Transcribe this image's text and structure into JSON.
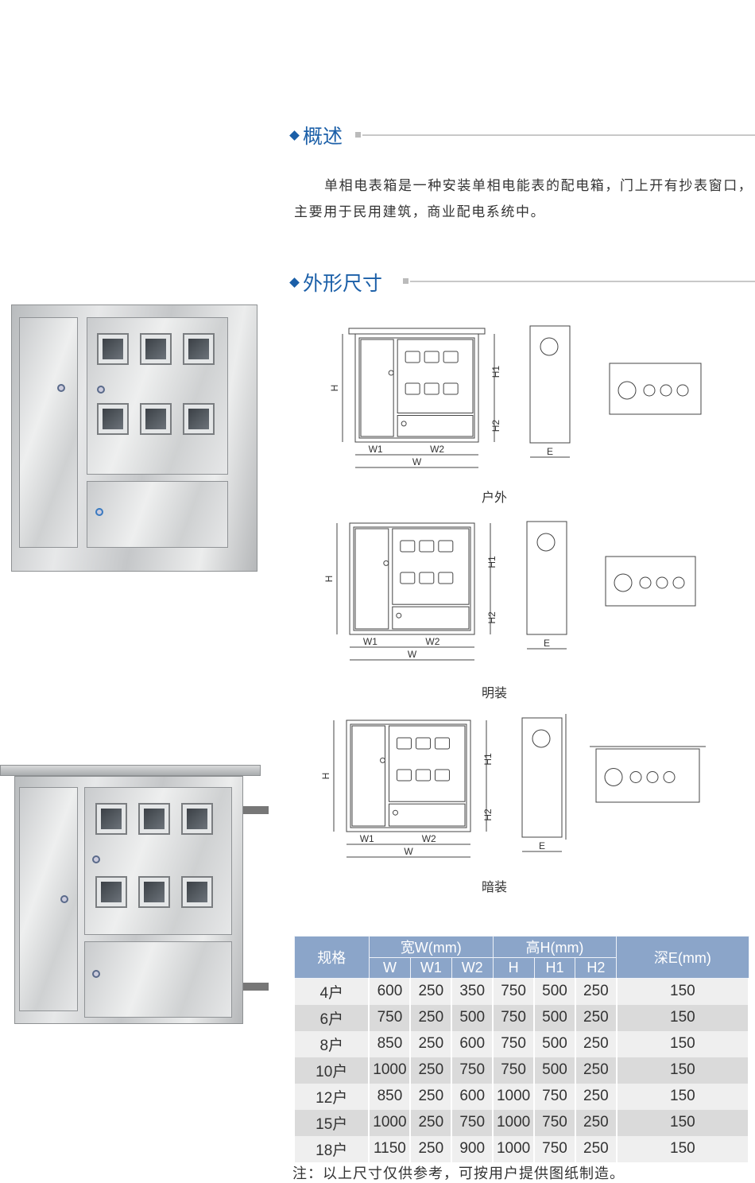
{
  "overview": {
    "title": "概述",
    "text": "单相电表箱是一种安装单相电能表的配电箱，门上开有抄表窗口，主要用于民用建筑，商业配电系统中。"
  },
  "dimensions": {
    "title": "外形尺寸",
    "labels": {
      "H": "H",
      "H1": "H1",
      "H2": "H2",
      "W1": "W1",
      "W2": "W2",
      "W": "W",
      "E": "E"
    },
    "captions": [
      "户外",
      "明装",
      "暗装"
    ]
  },
  "table": {
    "header": {
      "spec": "规格",
      "width_group": "宽W(mm)",
      "height_group": "高H(mm)",
      "depth": "深E(mm)",
      "sub": [
        "W",
        "W1",
        "W2",
        "H",
        "H1",
        "H2"
      ]
    },
    "rows": [
      [
        "4户",
        "600",
        "250",
        "350",
        "750",
        "500",
        "250",
        "150"
      ],
      [
        "6户",
        "750",
        "250",
        "500",
        "750",
        "500",
        "250",
        "150"
      ],
      [
        "8户",
        "850",
        "250",
        "600",
        "750",
        "500",
        "250",
        "150"
      ],
      [
        "10户",
        "1000",
        "250",
        "750",
        "750",
        "500",
        "250",
        "150"
      ],
      [
        "12户",
        "850",
        "250",
        "600",
        "1000",
        "750",
        "250",
        "150"
      ],
      [
        "15户",
        "1000",
        "250",
        "750",
        "1000",
        "750",
        "250",
        "150"
      ],
      [
        "18户",
        "1150",
        "250",
        "900",
        "1000",
        "750",
        "250",
        "150"
      ]
    ],
    "note": "注：以上尺寸仅供参考，可按用户提供图纸制造。"
  }
}
